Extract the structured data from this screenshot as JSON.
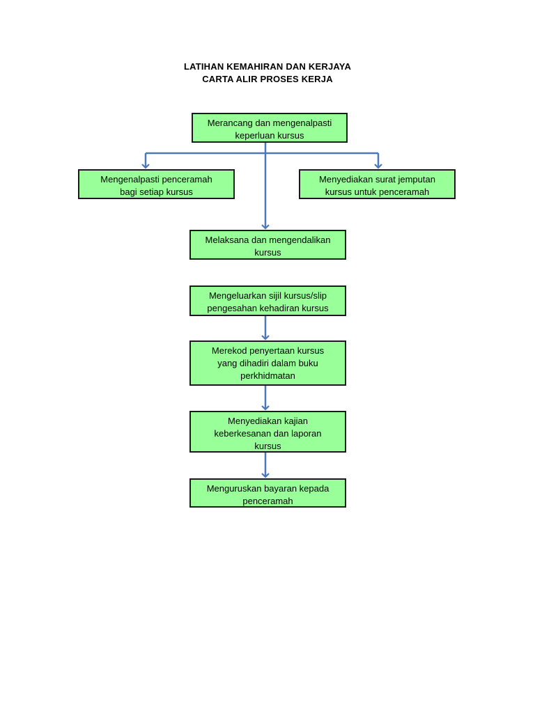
{
  "title": {
    "line1": "LATIHAN KEMAHIRAN DAN KERJAYA",
    "line2": "CARTA ALIR PROSES KERJA"
  },
  "nodes": {
    "n1": "Merancang dan mengenalpasti\nkeperluan kursus",
    "n2": "Mengenalpasti penceramah\nbagi setiap kursus",
    "n3": "Menyediakan surat jemputan\nkursus untuk penceramah",
    "n4": "Melaksana dan mengendalikan\nkursus",
    "n5": "Mengeluarkan sijil kursus/slip\npengesahan kehadiran kursus",
    "n6": "Merekod penyertaan kursus\nyang dihadiri dalam buku\nperkhidmatan",
    "n7": "Menyediakan kajian\nkeberkesanan dan laporan\nkursus",
    "n8": "Menguruskan bayaran kepada\npenceramah"
  },
  "edges": [
    {
      "from": "n1",
      "to": "n2"
    },
    {
      "from": "n1",
      "to": "n3"
    },
    {
      "from": "n1",
      "to": "n4"
    },
    {
      "from": "n5",
      "to": "n6"
    },
    {
      "from": "n6",
      "to": "n7"
    },
    {
      "from": "n7",
      "to": "n8"
    }
  ],
  "colors": {
    "box_fill": "#99ff99",
    "box_border": "#1a1a1a",
    "arrow": "#4a78b8"
  }
}
